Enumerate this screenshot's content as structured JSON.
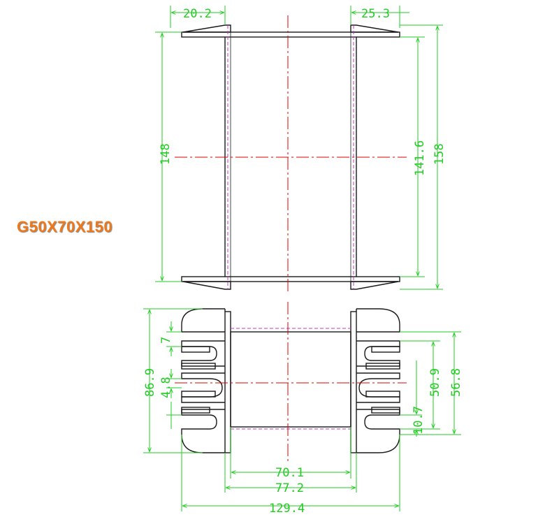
{
  "part_label": "G50X70X150",
  "colors": {
    "outline": "#1a1a1a",
    "dimension": "#22cc22",
    "centerline": "#dd0000",
    "hidden": "#cc33cc",
    "label": "#f07818"
  },
  "dimensions": {
    "flange_left_width": "20.2",
    "flange_right_width": "25.3",
    "inner_height_left": "148",
    "inner_height_right": "141.6",
    "overall_height": "158",
    "pin_pitch": "7",
    "slot_width": "4.8",
    "overall_depth": "86.9",
    "inner_depth": "50.9",
    "outer_depth": "56.8",
    "pin_offset": "10.7",
    "core_width": "70.1",
    "flange_span": "77.2",
    "overall_width": "129.4"
  }
}
